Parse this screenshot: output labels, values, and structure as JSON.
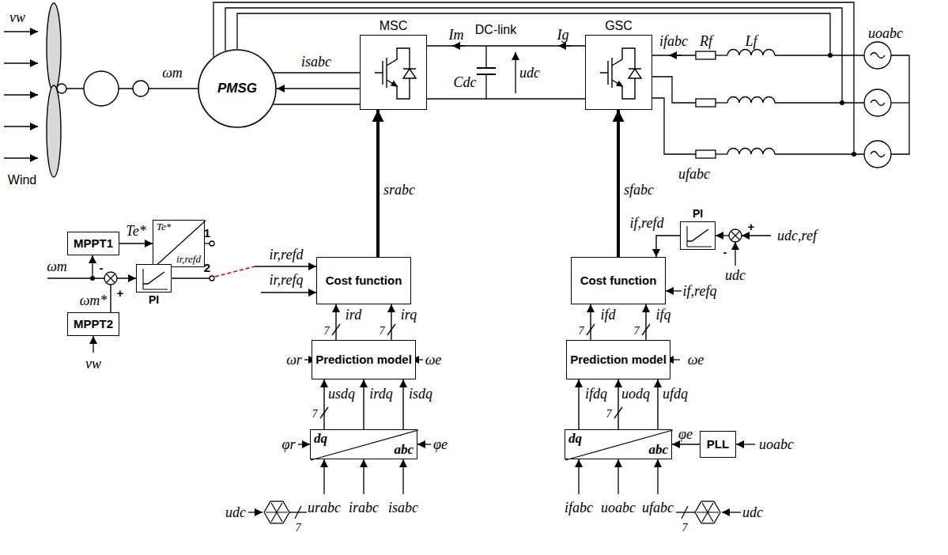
{
  "diagram": {
    "nodes": [
      {
        "text": [
          "MPPT1"
        ]
      },
      {
        "text": [
          "Te*",
          "ir,refd"
        ]
      },
      {
        "text": [
          "PMSG"
        ]
      },
      {
        "text": [
          "MSC"
        ]
      },
      {
        "text": [
          "GSC"
        ]
      },
      {
        "text": [
          "PI"
        ]
      },
      {
        "text": [
          "MPPT2"
        ]
      },
      {
        "text": [
          "Cost function"
        ]
      },
      {
        "text": [
          "Prediction model"
        ]
      },
      {
        "text": [
          "dq",
          "abc"
        ]
      },
      {
        "text": [
          "PI"
        ]
      },
      {
        "text": [
          "Cost function"
        ]
      },
      {
        "text": [
          "Prediction model"
        ]
      },
      {
        "text": [
          "dq",
          "abc"
        ]
      },
      {
        "text": [
          "PLL"
        ]
      }
    ],
    "edges": [
      {
        "from": 0,
        "to": 1,
        "arrow": "to",
        "label": "Te*"
      },
      {
        "from": 7,
        "to": 3,
        "arrow": "to",
        "label": "srabc"
      },
      {
        "from": 8,
        "to": 7,
        "arrow": "to",
        "label": "ird"
      },
      {
        "from": 8,
        "to": 7,
        "arrow": "to",
        "label": "irq"
      },
      {
        "from": 9,
        "to": 8,
        "arrow": "to",
        "label": "usdq"
      },
      {
        "from": 9,
        "to": 8,
        "arrow": "to",
        "label": "irdq"
      },
      {
        "from": 9,
        "to": 8,
        "arrow": "to",
        "label": "isdq"
      },
      {
        "from": 10,
        "to": 11,
        "arrow": "to",
        "label": "if,refd"
      },
      {
        "from": 11,
        "to": 4,
        "arrow": "to",
        "label": "sfabc"
      },
      {
        "from": 12,
        "to": 11,
        "arrow": "to",
        "label": "ifd"
      },
      {
        "from": 12,
        "to": 11,
        "arrow": "to",
        "label": "ifq"
      },
      {
        "from": 13,
        "to": 12,
        "arrow": "to",
        "label": "ifdq"
      },
      {
        "from": 13,
        "to": 12,
        "arrow": "to",
        "label": "uodq"
      },
      {
        "from": 13,
        "to": 12,
        "arrow": "to",
        "label": "ufdq"
      },
      {
        "from": 14,
        "to": 13,
        "arrow": "to",
        "label": "φe"
      },
      {
        "from": 6,
        "to": 5,
        "arrow": "to",
        "label": "ωm*"
      },
      {
        "from": 3,
        "to": 2,
        "arrow": "to",
        "label": "isabc"
      },
      {
        "from": 3,
        "to": 4,
        "arrow": "none"
      }
    ],
    "labels": [
      "vw",
      "Wind",
      "ωm",
      "Im",
      "Cdc",
      "udc",
      "DC-link",
      "Ig",
      "ifabc",
      "Rf",
      "Lf",
      "uoabc",
      "ufabc",
      "ωm",
      "-",
      "+",
      "1",
      "2",
      "vw",
      "ir,refd",
      "ir,refq",
      "7",
      "7",
      "ωr",
      "ωe",
      "7",
      "φr",
      "φe",
      "urabc",
      "irabc",
      "isabc",
      "7",
      "udc",
      "+",
      "udc,ref",
      "-",
      "udc",
      "if,refq",
      "ωe",
      "7",
      "7",
      "7",
      "uoabc",
      "ifabc",
      "uoabc",
      "ufabc",
      "7",
      "udc"
    ]
  }
}
